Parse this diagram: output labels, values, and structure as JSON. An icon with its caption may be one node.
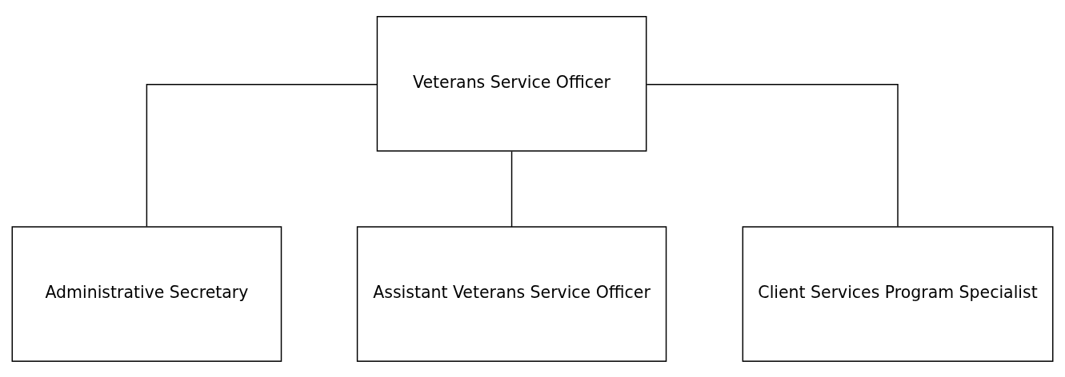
{
  "diagram": {
    "nodes": [
      {
        "text": [
          "Veterans Service Officer"
        ]
      },
      {
        "text": [
          "Administrative Secretary"
        ]
      },
      {
        "text": [
          "Assistant Veterans Service Officer"
        ]
      },
      {
        "text": [
          "Client Services Program Specialist"
        ]
      }
    ],
    "edges": [
      {
        "from": 0,
        "to": 1,
        "arrow": "none"
      },
      {
        "from": 0,
        "to": 2,
        "arrow": "none"
      },
      {
        "from": 0,
        "to": 3,
        "arrow": "none"
      }
    ]
  }
}
